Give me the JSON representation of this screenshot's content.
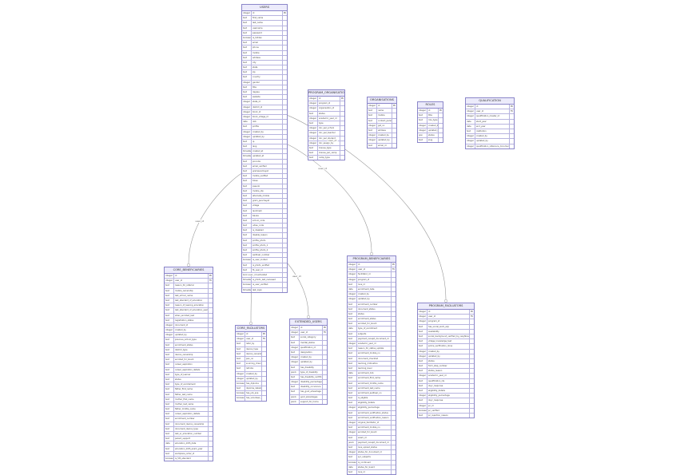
{
  "colors": {
    "border": "#8b86c9",
    "header_bg": "#ecebfb",
    "edge": "#9a9a9a"
  },
  "entities": [
    {
      "id": "users",
      "title": "USERS",
      "fields": [
        [
          "integer",
          "id",
          "PK"
        ],
        [
          "text",
          "first_name",
          ""
        ],
        [
          "text",
          "last_name",
          ""
        ],
        [
          "text",
          "username",
          ""
        ],
        [
          "text",
          "password",
          ""
        ],
        [
          "boolean",
          "is_hidden",
          ""
        ],
        [
          "text",
          "email",
          ""
        ],
        [
          "text",
          "phone",
          ""
        ],
        [
          "text",
          "mobile",
          ""
        ],
        [
          "text",
          "address",
          ""
        ],
        [
          "text",
          "city",
          ""
        ],
        [
          "text",
          "state",
          ""
        ],
        [
          "text",
          "zip",
          ""
        ],
        [
          "text",
          "country",
          ""
        ],
        [
          "integer",
          "gender",
          ""
        ],
        [
          "text",
          "title",
          ""
        ],
        [
          "text",
          "degree",
          ""
        ],
        [
          "text",
          "website",
          ""
        ],
        [
          "integer",
          "state_id",
          ""
        ],
        [
          "integer",
          "district_id",
          ""
        ],
        [
          "integer",
          "block_id",
          ""
        ],
        [
          "integer",
          "block_village_id",
          ""
        ],
        [
          "date",
          "dob",
          ""
        ],
        [
          "text",
          "profile",
          ""
        ],
        [
          "integer",
          "created_by",
          ""
        ],
        [
          "integer",
          "updated_by",
          ""
        ],
        [
          "text",
          "ip",
          ""
        ],
        [
          "text",
          "lang",
          ""
        ],
        [
          "timestamp",
          "created_at",
          ""
        ],
        [
          "timestamp",
          "updated_at",
          ""
        ],
        [
          "text",
          "pincode",
          ""
        ],
        [
          "text",
          "email_verified",
          ""
        ],
        [
          "text",
          "grampanchayat",
          ""
        ],
        [
          "text",
          "mobile_verified",
          ""
        ],
        [
          "text",
          "token",
          ""
        ],
        [
          "text",
          "pseudo",
          ""
        ],
        [
          "text",
          "mobile_otp",
          ""
        ],
        [
          "text",
          "alternate_mobile",
          ""
        ],
        [
          "text",
          "gram_panchayat",
          ""
        ],
        [
          "text",
          "village",
          ""
        ],
        [
          "text",
          "landmark",
          ""
        ],
        [
          "text",
          "taluka",
          ""
        ],
        [
          "text",
          "school_code",
          ""
        ],
        [
          "text",
          "udise_code",
          ""
        ],
        [
          "text",
          "is_disabled",
          ""
        ],
        [
          "text",
          "disable_reason",
          ""
        ],
        [
          "text",
          "profile_photo",
          ""
        ],
        [
          "text",
          "profile_photo_1",
          ""
        ],
        [
          "text",
          "profile_photo_2",
          ""
        ],
        [
          "text",
          "aadhaar_number",
          ""
        ],
        [
          "boolean",
          "is_user_invited",
          ""
        ],
        [
          "text",
          "is_photo_verified",
          ""
        ],
        [
          "text",
          "fb_user_id",
          ""
        ],
        [
          "boolean",
          "is_deactivated",
          ""
        ],
        [
          "timestamp",
          "is_photo_last_reviewed",
          ""
        ],
        [
          "boolean",
          "is_user_verified",
          ""
        ],
        [
          "timestamp",
          "last_login",
          ""
        ]
      ]
    },
    {
      "id": "program_organisation",
      "title": "PROGRAM_ORGANISATION",
      "fields": [
        [
          "integer",
          "id",
          "PK"
        ],
        [
          "integer",
          "program_id",
          ""
        ],
        [
          "integer",
          "organisation_id",
          ""
        ],
        [
          "text",
          "status",
          ""
        ],
        [
          "integer",
          "academic_year_id",
          ""
        ],
        [
          "text",
          "type",
          ""
        ],
        [
          "integer",
          "doc_per_school",
          ""
        ],
        [
          "integer",
          "doc_per_teacher",
          ""
        ],
        [
          "integer",
          "doc_per_student",
          ""
        ],
        [
          "integer",
          "doc_assign_by",
          ""
        ],
        [
          "text",
          "license_type",
          ""
        ],
        [
          "text",
          "license_per_camp",
          ""
        ],
        [
          "text",
          "camp_type",
          ""
        ]
      ]
    },
    {
      "id": "organisations",
      "title": "ORGANISATIONS",
      "fields": [
        [
          "integer",
          "id",
          "PK"
        ],
        [
          "text",
          "name",
          ""
        ],
        [
          "text",
          "mobile",
          ""
        ],
        [
          "text",
          "contact_person",
          ""
        ],
        [
          "integer",
          "gst_no",
          ""
        ],
        [
          "text",
          "address",
          ""
        ],
        [
          "integer",
          "created_by",
          ""
        ],
        [
          "integer",
          "updated_by",
          ""
        ],
        [
          "text",
          "email_id",
          ""
        ]
      ]
    },
    {
      "id": "roles",
      "title": "ROLES",
      "fields": [
        [
          "integer",
          "id",
          "PK"
        ],
        [
          "text",
          "title",
          ""
        ],
        [
          "text",
          "role_type",
          ""
        ],
        [
          "integer",
          "created_by",
          ""
        ],
        [
          "integer",
          "updated_by",
          ""
        ],
        [
          "json",
          "status",
          ""
        ],
        [
          "text",
          "slug",
          ""
        ]
      ]
    },
    {
      "id": "qualification",
      "title": "QUALIFICATION",
      "fields": [
        [
          "integer",
          "id",
          "PK"
        ],
        [
          "integer",
          "user_id",
          "FK"
        ],
        [
          "integer",
          "qualification_master_id",
          ""
        ],
        [
          "date",
          "start_year",
          ""
        ],
        [
          "date",
          "end_year",
          ""
        ],
        [
          "text",
          "institution",
          ""
        ],
        [
          "integer",
          "created_by",
          ""
        ],
        [
          "integer",
          "updated_by",
          ""
        ],
        [
          "integer",
          "qualification_reference_document_id",
          ""
        ]
      ]
    },
    {
      "id": "core_beneficiaries",
      "title": "CORE_BENEFICIARIES",
      "fields": [
        [
          "integer",
          "id",
          "PK"
        ],
        [
          "integer",
          "user_id",
          "FK"
        ],
        [
          "text",
          "reason_for_referral",
          ""
        ],
        [
          "text",
          "mobile_ownership",
          ""
        ],
        [
          "text",
          "last_school_name",
          ""
        ],
        [
          "text",
          "last_standard_of_education",
          ""
        ],
        [
          "text",
          "reason_of_leaving_education",
          ""
        ],
        [
          "text",
          "last_standard_of_education_year",
          ""
        ],
        [
          "text",
          "when_enrolled_last",
          ""
        ],
        [
          "text",
          "registration_status",
          ""
        ],
        [
          "integer",
          "document_id",
          ""
        ],
        [
          "integer",
          "created_by",
          ""
        ],
        [
          "integer",
          "updated_by",
          ""
        ],
        [
          "text",
          "previous_school_type",
          ""
        ],
        [
          "text",
          "enrollment_status",
          ""
        ],
        [
          "text",
          "district_type",
          ""
        ],
        [
          "text",
          "device_ownership",
          ""
        ],
        [
          "text",
          "enrolled_for_board",
          ""
        ],
        [
          "text",
          "career_aspiration",
          ""
        ],
        [
          "text",
          "career_aspiration_details",
          ""
        ],
        [
          "text",
          "type_of_learner",
          ""
        ],
        [
          "text",
          "status",
          ""
        ],
        [
          "text",
          "type_of_enrollement",
          ""
        ],
        [
          "text",
          "father_first_name",
          ""
        ],
        [
          "text",
          "father_last_name",
          ""
        ],
        [
          "text",
          "mother_first_name",
          ""
        ],
        [
          "text",
          "mother_last_name",
          ""
        ],
        [
          "text",
          "father_middle_name",
          ""
        ],
        [
          "text",
          "career_aspiration_details",
          ""
        ],
        [
          "text",
          "enrollment_number",
          ""
        ],
        [
          "text",
          "document_device_ownership",
          ""
        ],
        [
          "text",
          "document_device_type",
          ""
        ],
        [
          "text",
          "last_sc_education_number",
          ""
        ],
        [
          "text",
          "parent_support",
          ""
        ],
        [
          "date",
          "education_10th_date",
          ""
        ],
        [
          "text",
          "education_10th_exam_year",
          ""
        ],
        [
          "text",
          "workplace_order_id",
          ""
        ],
        [
          "boolean",
          "is_5th_standard",
          ""
        ]
      ]
    },
    {
      "id": "core_faciliators",
      "title": "CORE_FACILIATORS",
      "fields": [
        [
          "integer",
          "id",
          "PK"
        ],
        [
          "integer",
          "user_id",
          "FK"
        ],
        [
          "text",
          "refer_by",
          ""
        ],
        [
          "text",
          "device_type",
          ""
        ],
        [
          "text",
          "device_ownership",
          ""
        ],
        [
          "text",
          "pan_no",
          ""
        ],
        [
          "text",
          "sourcing_channel",
          ""
        ],
        [
          "text",
          "refnote",
          ""
        ],
        [
          "integer",
          "created_by",
          ""
        ],
        [
          "integer",
          "updated_by",
          ""
        ],
        [
          "boolean",
          "has_diploma",
          ""
        ],
        [
          "text",
          "diploma_details",
          ""
        ],
        [
          "boolean",
          "has_job_exp",
          ""
        ],
        [
          "boolean",
          "has_volunteer_exp",
          ""
        ]
      ]
    },
    {
      "id": "extended_users",
      "title": "EXTENDED_USERS",
      "fields": [
        [
          "integer",
          "id",
          "PK"
        ],
        [
          "integer",
          "user_id",
          "FK"
        ],
        [
          "text",
          "social_category",
          ""
        ],
        [
          "text",
          "marital_status",
          ""
        ],
        [
          "integer",
          "qualification_id",
          ""
        ],
        [
          "text",
          "designation",
          ""
        ],
        [
          "integer",
          "created_by",
          ""
        ],
        [
          "integer",
          "updated_by",
          ""
        ],
        [
          "text",
          "has_disability",
          ""
        ],
        [
          "jsonb",
          "type_of_disability",
          ""
        ],
        [
          "text",
          "has_disability_certificate",
          ""
        ],
        [
          "integer",
          "disability_percentage",
          ""
        ],
        [
          "text",
          "disability_occurence",
          ""
        ],
        [
          "text",
          "has_govt_advantage",
          ""
        ],
        [
          "jsonb",
          "govt_advantages",
          ""
        ],
        [
          "jsonb",
          "support_for_home",
          ""
        ]
      ]
    },
    {
      "id": "program_beneficiaries",
      "title": "PROGRAM_BENEFICIARIES",
      "fields": [
        [
          "integer",
          "id",
          "PK"
        ],
        [
          "integer",
          "user_id",
          "FK"
        ],
        [
          "integer",
          "facilitator_id",
          ""
        ],
        [
          "integer",
          "program_id",
          ""
        ],
        [
          "text",
          "rsos_id",
          ""
        ],
        [
          "date",
          "enrollment_date",
          ""
        ],
        [
          "integer",
          "created_by",
          ""
        ],
        [
          "integer",
          "updated_by",
          ""
        ],
        [
          "text",
          "enrollment_number",
          ""
        ],
        [
          "text",
          "document_status",
          ""
        ],
        [
          "text",
          "status",
          ""
        ],
        [
          "text",
          "enrollment_status",
          ""
        ],
        [
          "text",
          "enrolled_for_board",
          ""
        ],
        [
          "date",
          "type_of_enrollment",
          ""
        ],
        [
          "text",
          "subjects",
          ""
        ],
        [
          "text",
          "payment_receipt_document_id",
          ""
        ],
        [
          "integer",
          "academic_year_id",
          ""
        ],
        [
          "text",
          "reason_for_status_update",
          ""
        ],
        [
          "text",
          "enrollment_mobile_no",
          ""
        ],
        [
          "text",
          "document_checklist",
          ""
        ],
        [
          "text",
          "learning_motivation",
          ""
        ],
        [
          "text",
          "learning_level",
          ""
        ],
        [
          "date",
          "enrollment_dob",
          ""
        ],
        [
          "text",
          "enrollment_first_name",
          ""
        ],
        [
          "text",
          "enrollment_middle_name",
          ""
        ],
        [
          "text",
          "enrollment_last_name",
          ""
        ],
        [
          "text",
          "enrollment_aadhaar_no",
          ""
        ],
        [
          "text",
          "is_eligible",
          ""
        ],
        [
          "text",
          "eligibility_details",
          ""
        ],
        [
          "integer",
          "eligibility_percentage",
          ""
        ],
        [
          "text",
          "enrollment_verification_status",
          ""
        ],
        [
          "text",
          "enrollment_verification_reason",
          ""
        ],
        [
          "integer",
          "original_facilitator_id",
          ""
        ],
        [
          "text",
          "enrollment_mobile_no",
          ""
        ],
        [
          "integer",
          "enrolled_for_board",
          ""
        ],
        [
          "text",
          "exam_id",
          ""
        ],
        [
          "jsonb",
          "payment_receipt_document_id",
          ""
        ],
        [
          "text",
          "rsos_upload_status",
          ""
        ],
        [
          "integer",
          "status_for_document_id",
          ""
        ],
        [
          "text",
          "syc_subjects",
          ""
        ],
        [
          "boolean",
          "is_continued",
          ""
        ],
        [
          "date",
          "status_for_board",
          ""
        ],
        [
          "text",
          "rsos_id",
          ""
        ]
      ]
    },
    {
      "id": "program_faciliators",
      "title": "PROGRAM_FACILIATORS",
      "fields": [
        [
          "integer",
          "id",
          "PK"
        ],
        [
          "integer",
          "user_id",
          "FK"
        ],
        [
          "integer",
          "program_id",
          ""
        ],
        [
          "text",
          "has_social_work_exp",
          ""
        ],
        [
          "text",
          "availability",
          ""
        ],
        [
          "text",
          "social_background_verified_by_neighbours",
          ""
        ],
        [
          "text",
          "village_knowledge_test",
          ""
        ],
        [
          "text",
          "police_verification_done",
          ""
        ],
        [
          "integer",
          "created_by",
          ""
        ],
        [
          "integer",
          "updated_by",
          ""
        ],
        [
          "text",
          "status",
          ""
        ],
        [
          "text",
          "form_step_number",
          ""
        ],
        [
          "text",
          "status_reason",
          ""
        ],
        [
          "integer",
          "academic_year_id",
          ""
        ],
        [
          "text",
          "qualification_ids",
          ""
        ],
        [
          "text",
          "okyc_response",
          ""
        ],
        [
          "text",
          "eligibility_details",
          ""
        ],
        [
          "integer",
          "eligibility_percentage",
          ""
        ],
        [
          "text",
          "okyc_response",
          ""
        ],
        [
          "integer",
          "pc_id",
          ""
        ],
        [
          "boolean",
          "pc_verified",
          ""
        ],
        [
          "text",
          "pc_rejection_reason",
          ""
        ]
      ]
    }
  ],
  "relations": [
    {
      "from": "users",
      "to": "core_beneficiaries",
      "label": "user_id"
    },
    {
      "from": "users",
      "to": "core_faciliators",
      "label": "user_id"
    },
    {
      "from": "users",
      "to": "extended_users",
      "label": "user_id"
    },
    {
      "from": "users",
      "to": "program_beneficiaries",
      "label": "user_id"
    },
    {
      "from": "users",
      "to": "program_faciliators",
      "label": "user_id"
    }
  ]
}
